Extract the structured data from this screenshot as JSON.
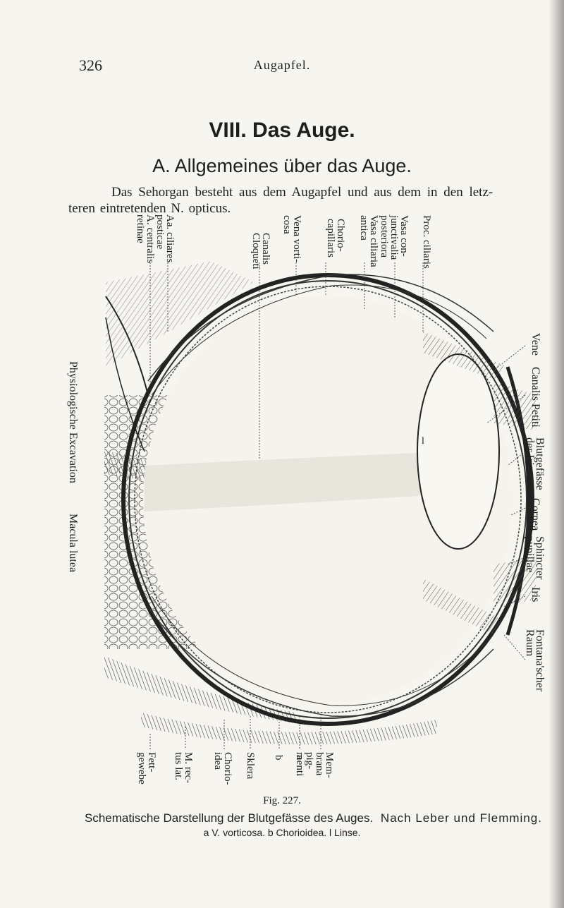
{
  "page": {
    "page_number": "326",
    "running_head": "Augapfel.",
    "chapter_title": "VIII. Das Auge.",
    "section_title": "A. Allgemeines über das Auge.",
    "intro_line1": "Das Sehorgan besteht aus dem Augapfel und aus dem in den letz-",
    "intro_line2": "teren eintretenden N. opticus."
  },
  "figure": {
    "top_labels": [
      "A. centralis\nretinae",
      "Aa. ciliares\nposticae",
      "Canalis\nCloqueti",
      "Vena vorti-\ncosa",
      "Chorio-\ncapillaris",
      "Vasa ciliaria\nantica",
      "Vasa con-\njunctivalia\nposteriora",
      "Proc. ciliaris"
    ],
    "left_labels": [
      "Physiologische Excavation",
      "Macula lutea"
    ],
    "right_labels": [
      "Vene",
      "Canalis Petiti",
      "Blutgefässe\nder Iris",
      "Cornea",
      "Sphincter\npupillae",
      "Iris",
      "Fontana'scher\nRaum"
    ],
    "bottom_labels": [
      "Fett-\ngewebe",
      "M. rec-\ntus lat.",
      "Chorio-\nidea",
      "Sklera",
      "b",
      "a",
      "Mem-\nbrana\npig-\nmenti"
    ],
    "inner_letters": [
      "l"
    ],
    "figure_number": "Fig. 227.",
    "caption_main": "Schematische Darstellung der Blutgefässe des Auges.",
    "caption_source": "Nach Leber und Flemming.",
    "caption_keys": "a V. vorticosa.   b Chorioidea.   l Linse."
  }
}
